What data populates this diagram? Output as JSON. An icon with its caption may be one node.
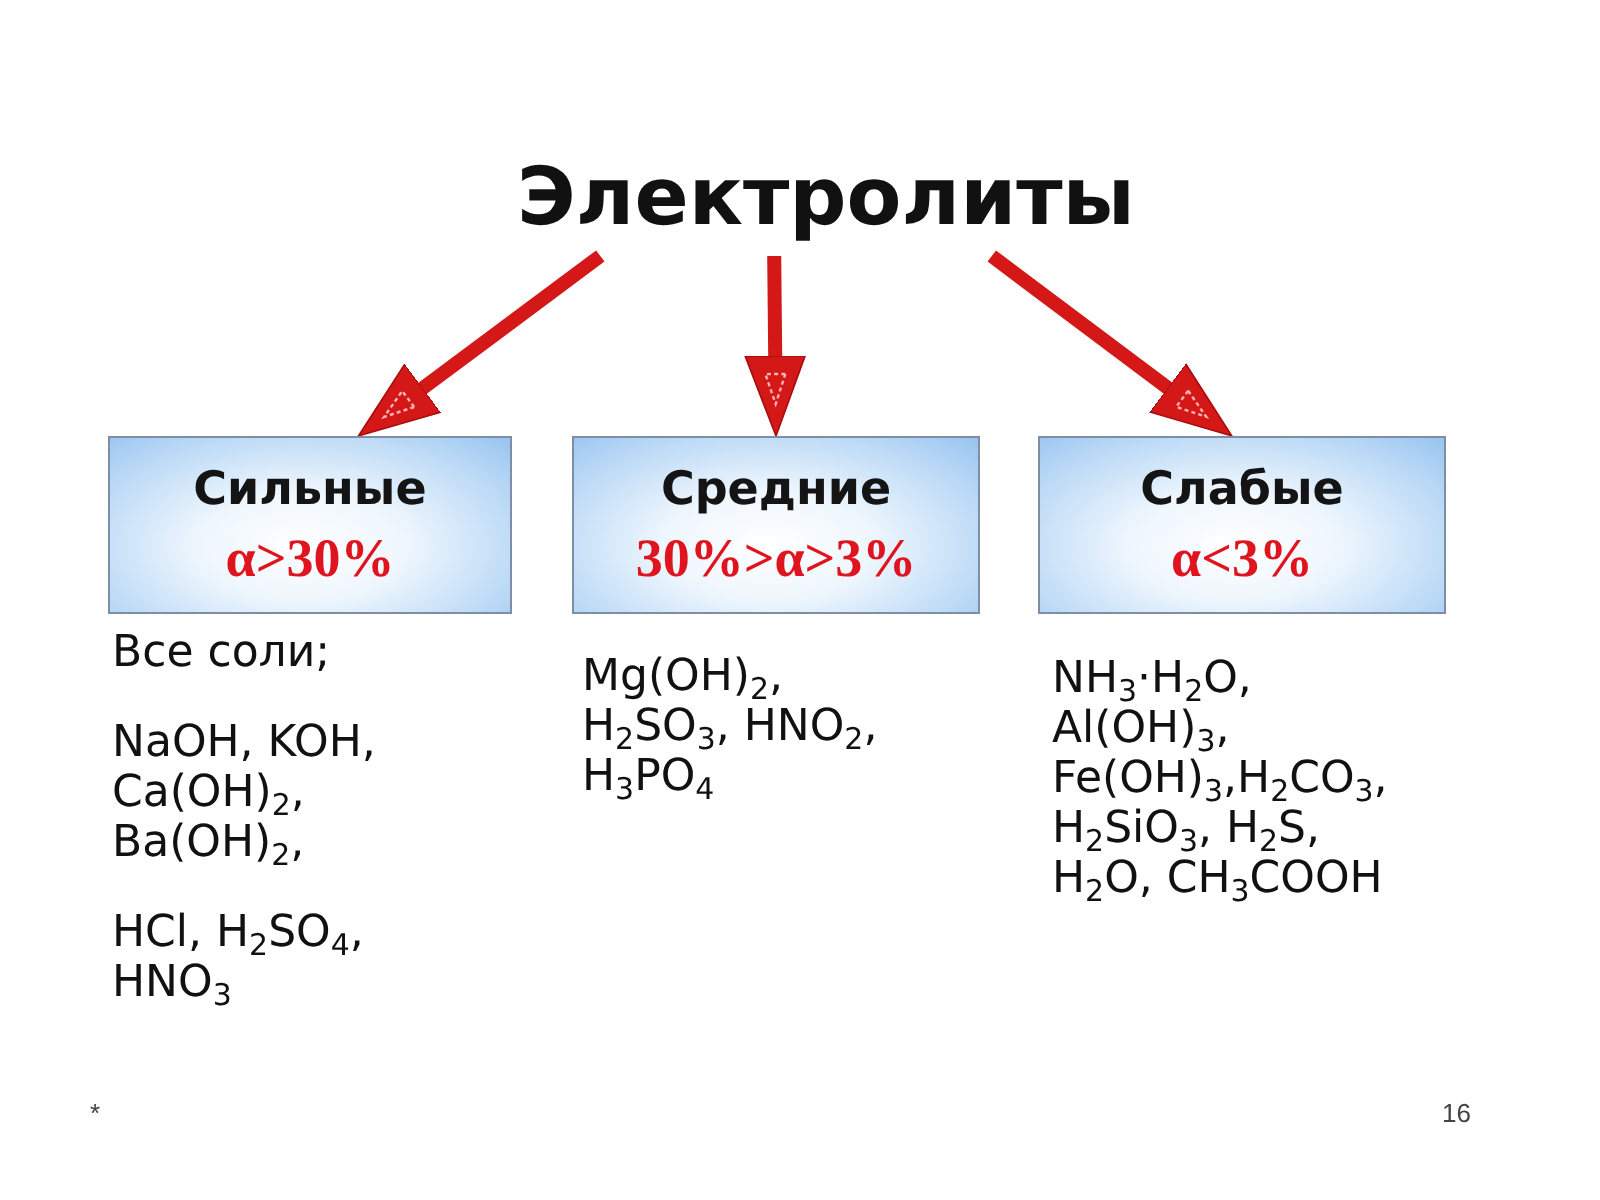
{
  "diagram": {
    "nodes": [
      {
        "text": [
          "Электролиты"
        ]
      },
      {
        "text": [
          "Сильные",
          "α>30%"
        ],
        "beside": [
          "Все соли;",
          "NaOH, KOH, Ca(OH)$_{2}$, Ba(OH)$_{2}$,",
          "HCl, H$_{2}$SO$_{4}$, HNO$_{3}$"
        ]
      },
      {
        "text": [
          "Средние",
          "30%>α>3%"
        ],
        "beside": [
          "Mg(OH)$_{2}$, H$_{2}$SO$_{3}$, HNO$_{2}$, H$_{3}$PO$_{4}$"
        ]
      },
      {
        "text": [
          "Слабые",
          "α<3%"
        ],
        "beside": [
          "NH$_{3}$·H$_{2}$O, Al(OH)$_{3}$, Fe(OH)$_{3}$,H$_{2}$CO$_{3}$, H$_{2}$SiO$_{3}$, H$_{2}$S, H$_{2}$O, CH$_{3}$COOH"
        ]
      }
    ],
    "edges": [
      {
        "from": 0,
        "to": 1,
        "arrow": "to"
      },
      {
        "from": 0,
        "to": 2,
        "arrow": "to"
      },
      {
        "from": 0,
        "to": 3,
        "arrow": "to"
      }
    ],
    "labels": [
      "*",
      "16"
    ]
  }
}
